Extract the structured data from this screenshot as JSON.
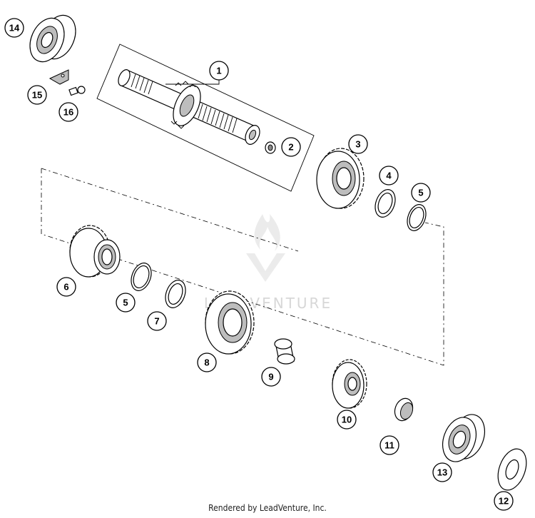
{
  "diagram": {
    "callouts": [
      "1",
      "2",
      "3",
      "4",
      "5",
      "5",
      "6",
      "7",
      "8",
      "9",
      "10",
      "11",
      "12",
      "13",
      "14",
      "15",
      "16"
    ]
  },
  "watermark": {
    "text": "LEADVENTURE"
  },
  "footer": {
    "text": "Rendered by LeadVenture, Inc."
  }
}
